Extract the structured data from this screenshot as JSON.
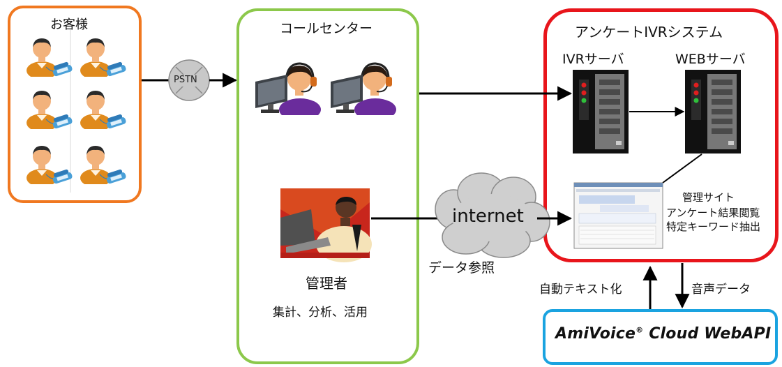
{
  "customers": {
    "title": "お客様"
  },
  "pstn": {
    "label": "PSTN"
  },
  "call_center": {
    "title": "コールセンター",
    "manager_label": "管理者",
    "manager_tasks": "集計、分析、活用"
  },
  "internet": {
    "label": "internet",
    "note": "データ参照"
  },
  "ivr_system": {
    "title": "アンケートIVRシステム",
    "ivr_server": "IVRサーバ",
    "web_server": "WEBサーバ",
    "admin_site_lines": [
      "管理サイト",
      "アンケート結果閲覧",
      "特定キーワード抽出"
    ]
  },
  "arrows": {
    "auto_text": "自動テキスト化",
    "voice_data": "音声データ"
  },
  "amivoice": {
    "name_main": "AmiVoice",
    "registered": "®",
    "name_rest": " Cloud WebAPI"
  },
  "colors": {
    "customers_border": "#f07820",
    "call_center_border": "#8cc84b",
    "ivr_border": "#e8151b",
    "amivoice_border": "#1aa3e0",
    "person_skin": "#f2b27c",
    "person_shirt": "#e08a1c",
    "phone": "#4aa0d8",
    "operator_shirt": "#6a2c9c",
    "cloud": "#cfcfcf",
    "manager_bg": "#c8261c"
  },
  "icons": [
    "customer-with-phone-icon",
    "operator-with-headset-icon",
    "server-icon",
    "manager-at-computer-icon",
    "cloud-icon",
    "admin-screen-icon"
  ]
}
